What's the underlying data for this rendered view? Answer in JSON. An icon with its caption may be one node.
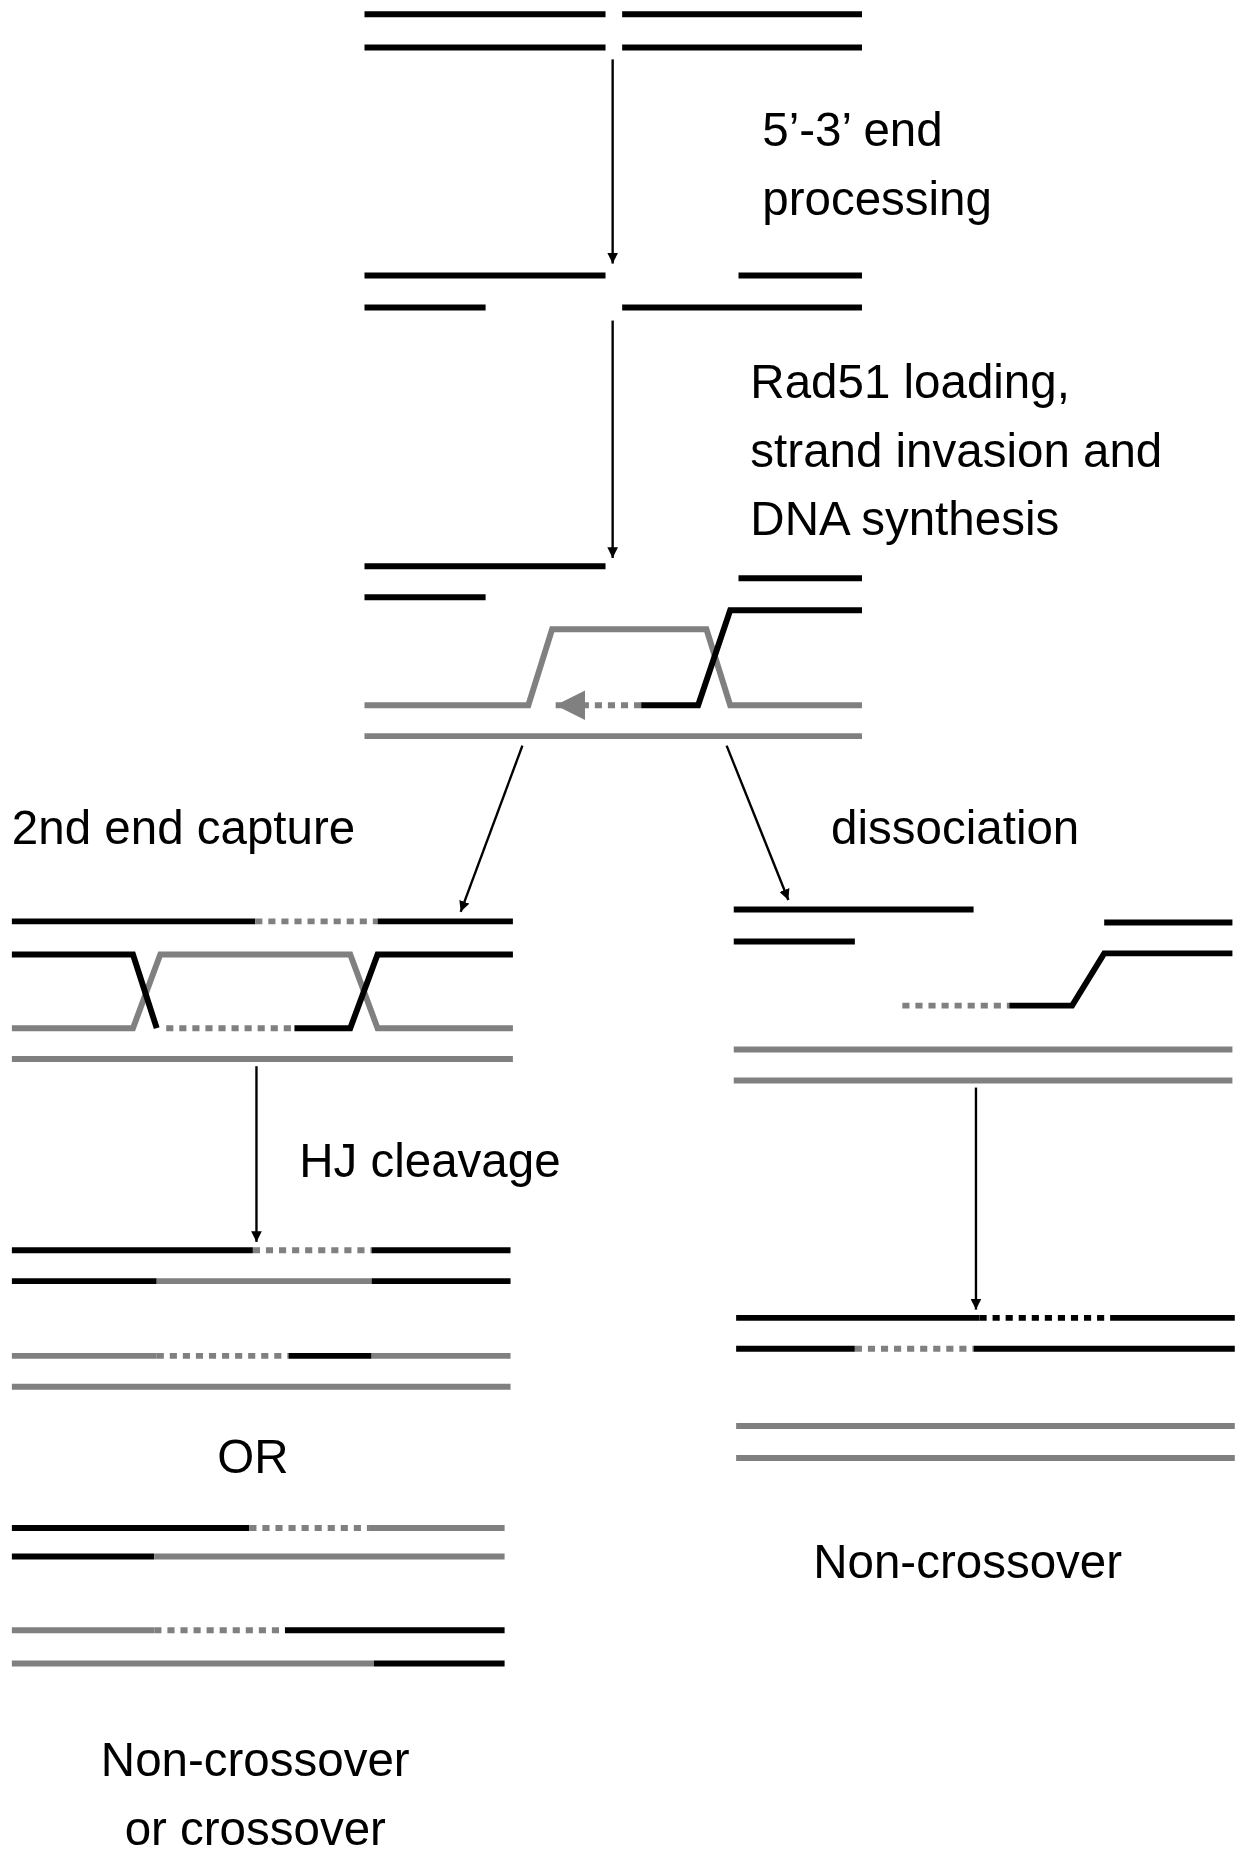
{
  "diagram": {
    "nodes": [
      {
        "text": [],
        "shape": "picture"
      },
      {
        "text": [],
        "shape": "picture"
      },
      {
        "text": [],
        "shape": "picture"
      },
      {
        "text": [],
        "shape": "picture"
      },
      {
        "text": [],
        "shape": "picture"
      },
      {
        "text": [],
        "shape": "picture"
      },
      {
        "text": [],
        "shape": "picture",
        "beside": [
          "Non-crossover or crossover"
        ]
      },
      {
        "text": [],
        "shape": "picture",
        "beside": [
          "Non-crossover"
        ]
      }
    ],
    "edges": [
      {
        "from": 0,
        "to": 1,
        "arrow": "to",
        "label": "5’-3’ end processing"
      },
      {
        "from": 1,
        "to": 2,
        "arrow": "to",
        "label": "Rad51 loading, strand invasion and DNA synthesis"
      },
      {
        "from": 2,
        "to": 3,
        "arrow": "to",
        "label": "2nd end capture"
      },
      {
        "from": 2,
        "to": 4,
        "arrow": "to",
        "label": "dissociation"
      },
      {
        "from": 3,
        "to": 5,
        "arrow": "to",
        "label": "HJ cleavage"
      },
      {
        "from": 4,
        "to": 7,
        "arrow": "to"
      }
    ],
    "labels": [
      "OR"
    ]
  }
}
